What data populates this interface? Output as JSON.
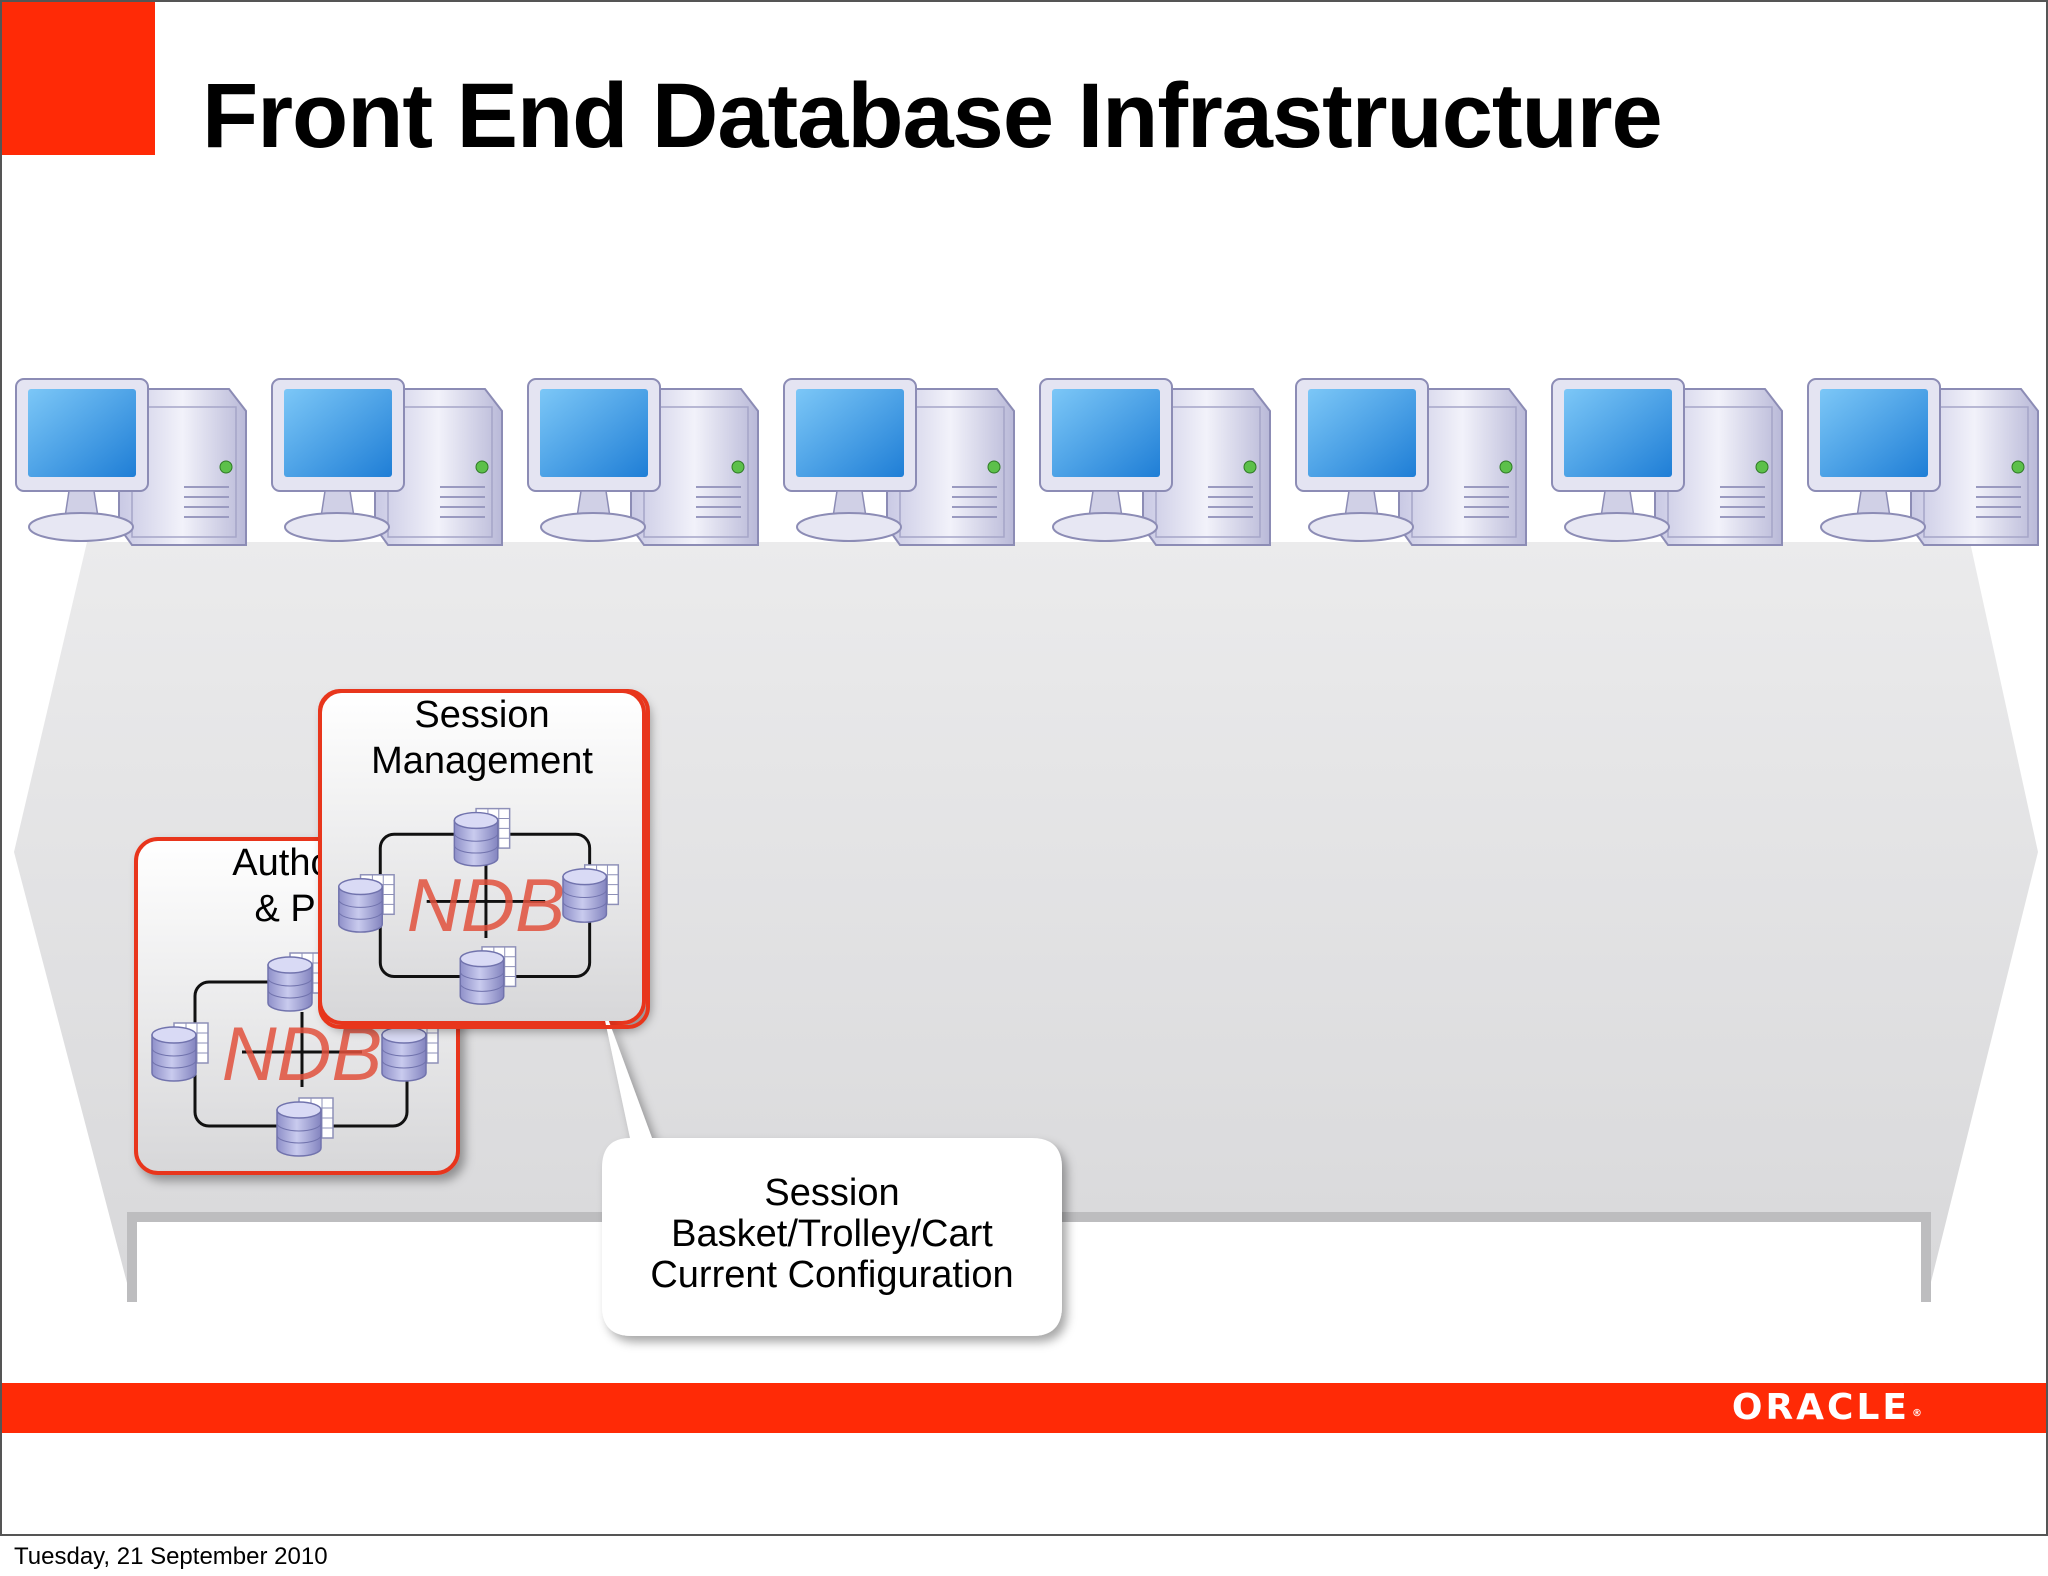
{
  "slide": {
    "title": "Front End Database Infrastructure",
    "date": "Tuesday, 21 September 2010"
  },
  "brand": {
    "logo_text": "ORACLE",
    "logo_mark": "®",
    "accent_color": "#ff2a06"
  },
  "diagram": {
    "computers": [
      {
        "icon": "desktop-computer-icon"
      },
      {
        "icon": "desktop-computer-icon"
      },
      {
        "icon": "desktop-computer-icon"
      },
      {
        "icon": "desktop-computer-icon"
      },
      {
        "icon": "desktop-computer-icon"
      },
      {
        "icon": "desktop-computer-icon"
      },
      {
        "icon": "desktop-computer-icon"
      },
      {
        "icon": "desktop-computer-icon"
      }
    ],
    "auth_box": {
      "line1": "Authoriz",
      "line2": "& Pro",
      "cluster_label": "NDB"
    },
    "session_box": {
      "line1": "Session",
      "line2": "Management",
      "cluster_label": "NDB"
    },
    "callout": {
      "line1": "Session",
      "line2": "Basket/Trolley/Cart",
      "line3": "Current Configuration"
    }
  }
}
